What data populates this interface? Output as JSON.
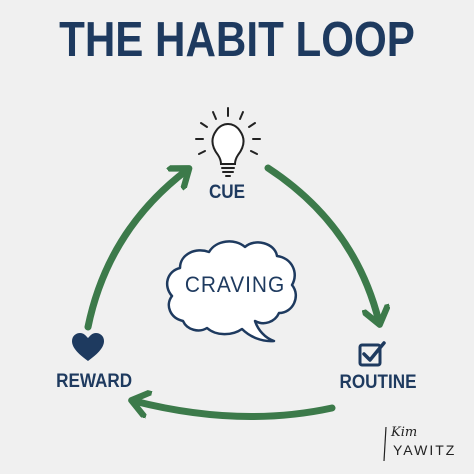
{
  "title": "THE HABIT LOOP",
  "nodes": {
    "cue": "CUE",
    "routine": "ROUTINE",
    "reward": "REWARD",
    "center": "CRAVING"
  },
  "signature": {
    "script": "Kim",
    "name": "YAWITZ"
  },
  "icons": {
    "cue": "lightbulb-icon",
    "routine": "checkbox-icon",
    "reward": "heart-icon",
    "center": "speech-bubble-icon"
  },
  "colors": {
    "background": "#f0f0f0",
    "text": "#1e3a5f",
    "arrow": "#3c7a4a"
  }
}
